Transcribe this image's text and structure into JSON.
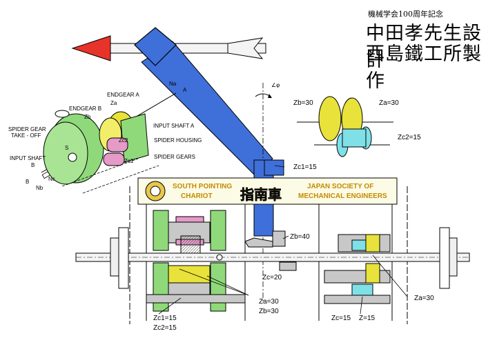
{
  "title": {
    "small": "機械学会100周年記念",
    "line1": "中田孝先生設計",
    "line2": "西島鐵工所製作"
  },
  "banner": {
    "left_line1": "SOUTH POINTING",
    "left_line2": "CHARIOT",
    "kanji": "指南車",
    "right_line1": "JAPAN SOCIETY OF",
    "right_line2": "MECHANICAL ENGINEERS"
  },
  "left_diagram": {
    "endgear_b": "ENDGEAR  B",
    "endgear_a": "ENDGEAR  A",
    "na": "Na",
    "a1": "A",
    "zb": "Zb",
    "za": "Za",
    "spider_gear_take_off_1": "SPIDER GEAR",
    "spider_gear_take_off_2": "TAKE - OFF",
    "input_shaft_a": "INPUT SHAFT A",
    "spider_housing": "SPIDER HOUSING",
    "spider_gears": "SPIDER GEARS",
    "zc2": "Zc2",
    "zc1": "Zc1",
    "s": "S",
    "input_shaft_b": "INPUT SHAFT",
    "b1": "B",
    "b2": "B",
    "nb": "Nb",
    "nc": "Nc"
  },
  "phi": "∠φ",
  "right_diagram": {
    "zb30": "Zb=30",
    "za30": "Za=30",
    "zc2_15": "Zc2=15"
  },
  "main_labels": {
    "zc1_15_top": "Zc1=15",
    "zb40": "Zb=40",
    "zc20": "Zc=20",
    "za30_mid": "Za=30",
    "zb30_mid": "Zb=30",
    "zc1_15_bot": "Zc1=15",
    "zc2_15_bot": "Zc2=15",
    "za30_right": "Za=30",
    "zc15_right": "Zc=15",
    "z15_right": "Z=15"
  },
  "colors": {
    "blue": "#3f6fd8",
    "yellow": "#e8e23a",
    "green": "#8fd97a",
    "pink": "#e59ac8",
    "cyan": "#7fe0e8",
    "red": "#e8332a",
    "gray": "#c8c8c8"
  }
}
